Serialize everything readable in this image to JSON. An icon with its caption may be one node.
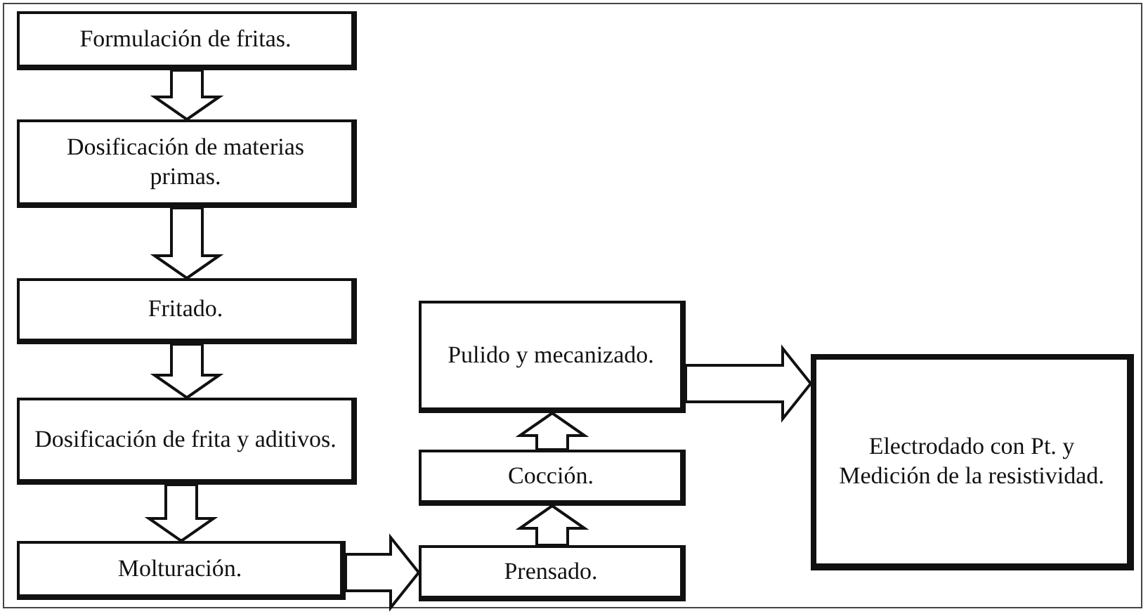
{
  "diagram": {
    "nodes": [
      {
        "text": [
          "Formulación de fritas."
        ]
      },
      {
        "text": [
          "Dosificación de materias primas."
        ]
      },
      {
        "text": [
          "Fritado."
        ]
      },
      {
        "text": [
          "Dosificación de frita y aditivos."
        ]
      },
      {
        "text": [
          "Molturación."
        ]
      },
      {
        "text": [
          "Prensado."
        ]
      },
      {
        "text": [
          "Cocción."
        ]
      },
      {
        "text": [
          "Pulido y mecanizado."
        ]
      },
      {
        "text": [
          "Electrodado con Pt. y Medición de la resistividad."
        ]
      }
    ],
    "edges": [
      {
        "from": 0,
        "to": 1,
        "arrow": "to"
      },
      {
        "from": 1,
        "to": 2,
        "arrow": "to"
      },
      {
        "from": 2,
        "to": 3,
        "arrow": "to"
      },
      {
        "from": 3,
        "to": 4,
        "arrow": "to"
      },
      {
        "from": 4,
        "to": 5,
        "arrow": "to"
      },
      {
        "from": 5,
        "to": 6,
        "arrow": "to"
      },
      {
        "from": 6,
        "to": 7,
        "arrow": "to"
      },
      {
        "from": 7,
        "to": 8,
        "arrow": "to"
      }
    ]
  }
}
